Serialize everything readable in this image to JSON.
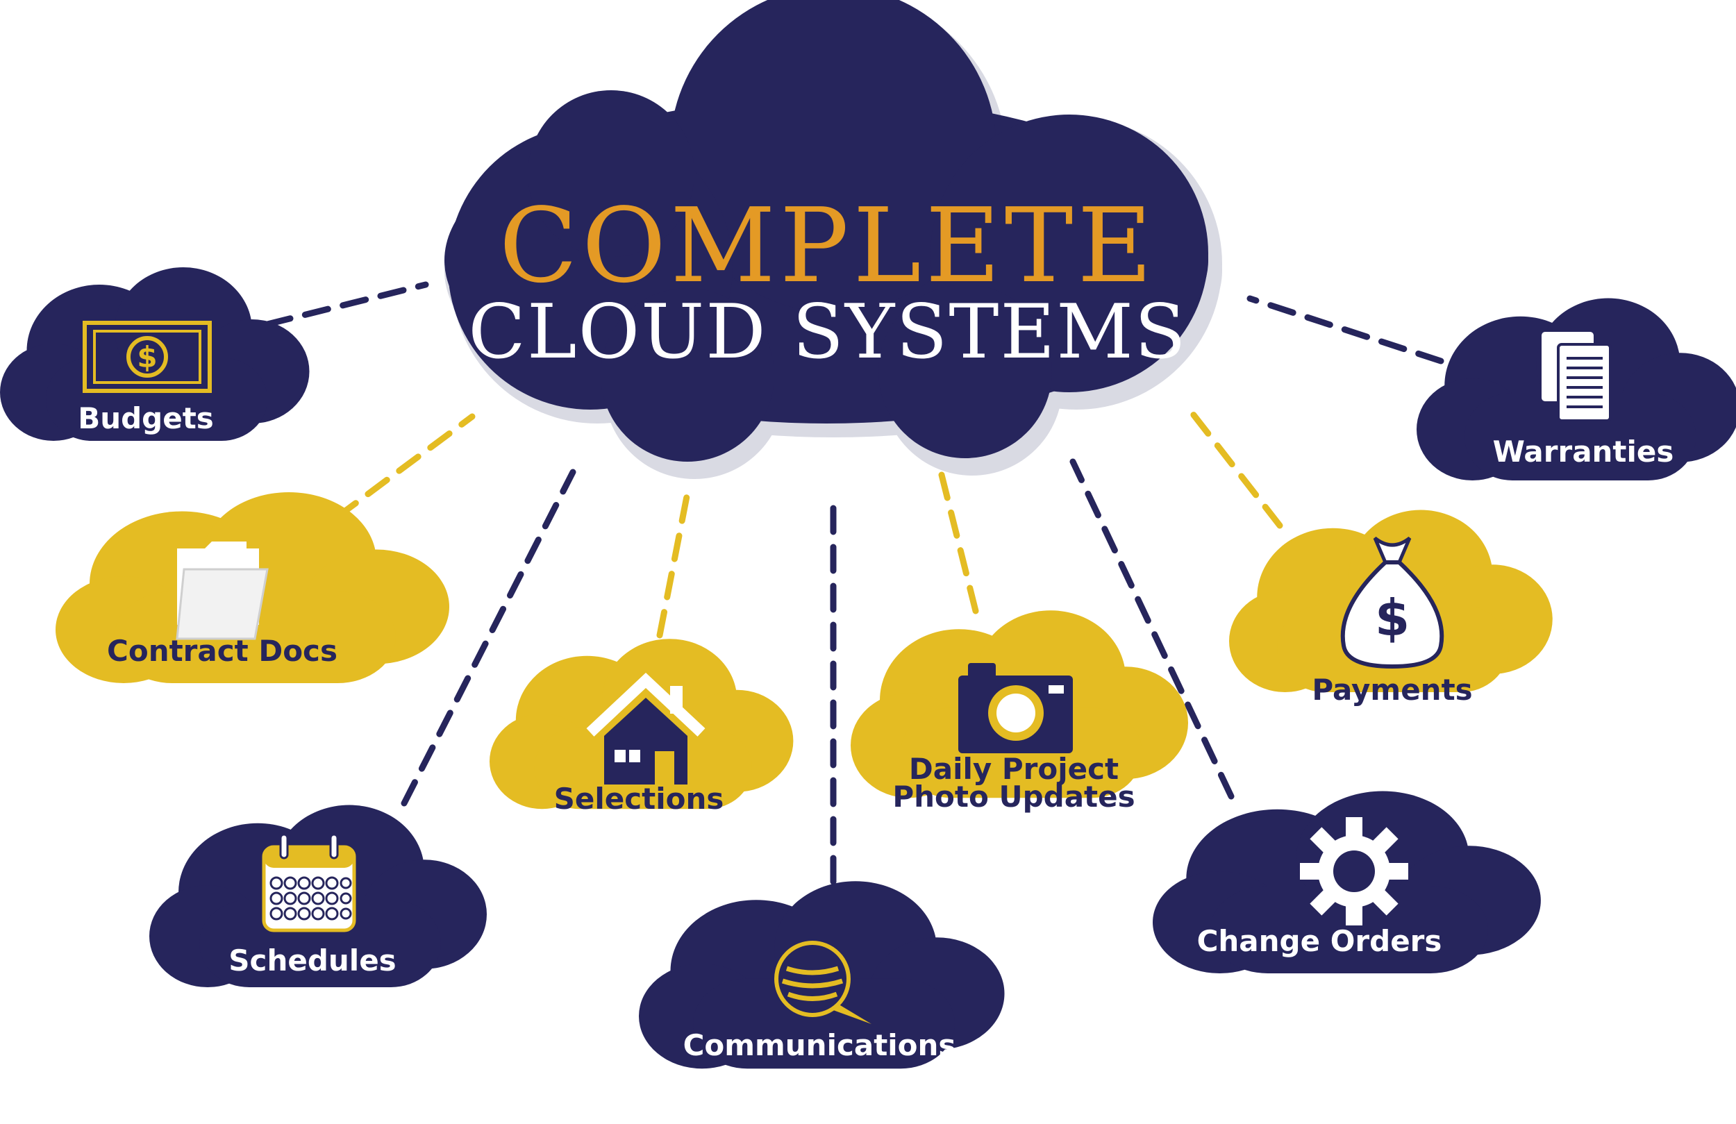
{
  "title": {
    "line1": "COMPLETE",
    "line2": "CLOUD SYSTEMS"
  },
  "colors": {
    "navy": "#26255c",
    "gold": "#e4bc23",
    "title_gold": "#e49a25",
    "white": "#ffffff",
    "shadow": "#d9dae3"
  },
  "nodes": [
    {
      "id": "budgets",
      "label": "Budgets",
      "icon": "dollar-bill-icon",
      "style": "navy"
    },
    {
      "id": "contract-docs",
      "label": "Contract Docs",
      "icon": "folder-icon",
      "style": "gold"
    },
    {
      "id": "schedules",
      "label": "Schedules",
      "icon": "calendar-icon",
      "style": "navy"
    },
    {
      "id": "selections",
      "label": "Selections",
      "icon": "house-icon",
      "style": "gold"
    },
    {
      "id": "communications",
      "label": "Communications",
      "icon": "chat-bubble-icon",
      "style": "navy"
    },
    {
      "id": "photo-updates",
      "label_line1": "Daily Project",
      "label_line2": "Photo Updates",
      "icon": "camera-icon",
      "style": "gold"
    },
    {
      "id": "change-orders",
      "label": "Change Orders",
      "icon": "gear-icon",
      "style": "navy"
    },
    {
      "id": "payments",
      "label": "Payments",
      "icon": "money-bag-icon",
      "style": "gold"
    },
    {
      "id": "warranties",
      "label": "Warranties",
      "icon": "documents-icon",
      "style": "navy"
    }
  ]
}
